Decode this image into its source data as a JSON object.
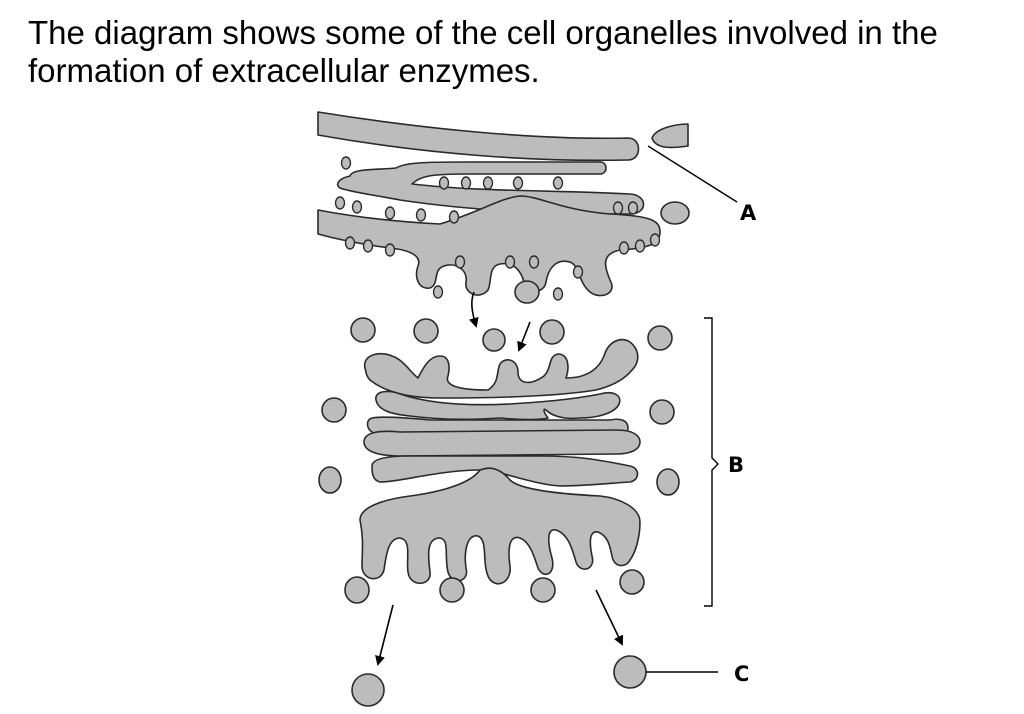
{
  "question": {
    "line1": "The diagram shows some of the cell organelles involved in the",
    "line2": "formation of extracellular enzymes."
  },
  "labels": {
    "a": "A",
    "b": "B",
    "c": "C"
  },
  "colors": {
    "fill": "#bcbcbc",
    "stroke": "#2a2a2a",
    "ink": "#000000"
  }
}
